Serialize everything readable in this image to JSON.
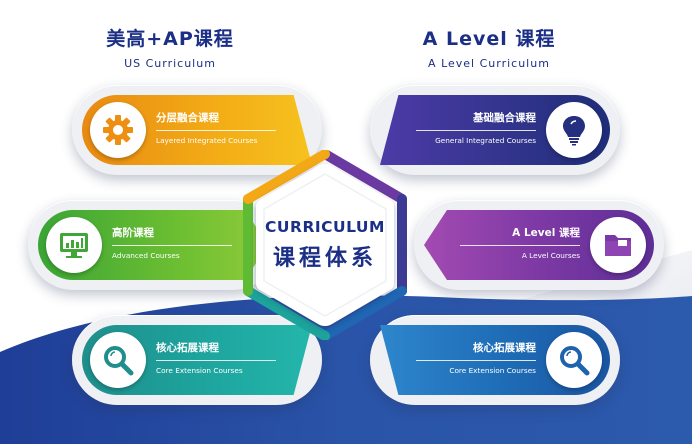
{
  "colors": {
    "navy": "#1b2f86",
    "orange": "#f3ad16",
    "green": "#6cbe32",
    "teal": "#1ea7a0",
    "indigo": "#35358f",
    "purple": "#7d39a4",
    "blue": "#1f6eb8",
    "background_wave": "#2a54a8"
  },
  "us_section": {
    "title": "美高+AP课程",
    "subtitle": "US Curriculum"
  },
  "alevel_section": {
    "title": "A Level 课程",
    "subtitle": "A Level Curriculum"
  },
  "center": {
    "title_en": "CURRICULUM",
    "title_cn": "课程体系"
  },
  "cards": {
    "layered": {
      "title": "分层融合课程",
      "subtitle": "Layered Integrated Courses",
      "icon": "gear-icon"
    },
    "advanced": {
      "title": "高阶课程",
      "subtitle": "Advanced Courses",
      "icon": "chart-monitor-icon"
    },
    "core_left": {
      "title": "核心拓展课程",
      "subtitle": "Core Extension Courses",
      "icon": "magnifier-icon"
    },
    "general": {
      "title": "基础融合课程",
      "subtitle": "General Integrated Courses",
      "icon": "lightbulb-icon"
    },
    "alevel": {
      "title": "A Level 课程",
      "subtitle": "A Level Courses",
      "icon": "folder-icon"
    },
    "core_right": {
      "title": "核心拓展课程",
      "subtitle": "Core Extension Courses",
      "icon": "magnifier-icon"
    }
  }
}
